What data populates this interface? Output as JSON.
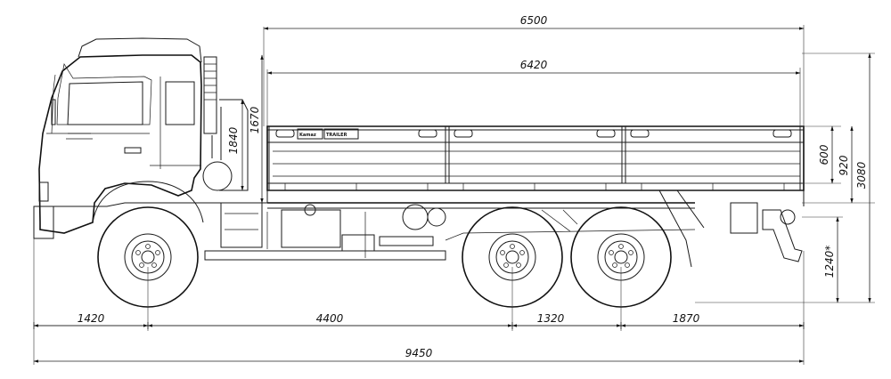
{
  "dimensions": {
    "cargo_body_outer_length": "6500",
    "cargo_body_inner_length": "6420",
    "front_overhang": "1420",
    "wheelbase_front_to_rear_bogie": "4400",
    "rear_axle_spacing": "1320",
    "rear_overhang": "1870",
    "overall_length": "9450",
    "cab_to_body_gap": "1670",
    "cab_rear_height": "1840",
    "side_board_height": "600",
    "body_floor_height": "920",
    "overall_height": "3080",
    "tow_hitch_height": "1240*"
  },
  "body_labels": {
    "left_plate": "Kamaz",
    "right_plate": "TRAILER"
  }
}
